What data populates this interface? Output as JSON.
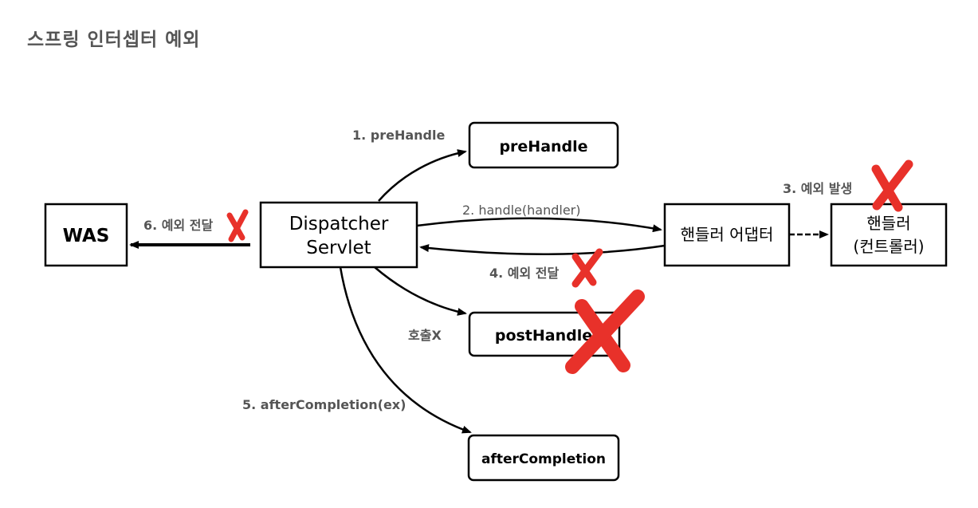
{
  "title": "스프링 인터셉터 예외",
  "nodes": {
    "was": "WAS",
    "dispatcher_line1": "Dispatcher",
    "dispatcher_line2": "Servlet",
    "prehandle": "preHandle",
    "adapter": "핸들러 어댑터",
    "handler_line1": "핸들러",
    "handler_line2": "(컨트롤러)",
    "posthandle": "postHandle",
    "aftercompletion": "afterCompletion"
  },
  "edges": {
    "step1": "1. preHandle",
    "step2": "2. handle(handler)",
    "step3": "3. 예외 발생",
    "step4": "4. 예외 전달",
    "step5": "5. afterCompletion(ex)",
    "step6": "6. 예외 전달",
    "not_called": "호출X"
  },
  "colors": {
    "x_mark": "#e8312a",
    "label_gray": "#555555"
  }
}
